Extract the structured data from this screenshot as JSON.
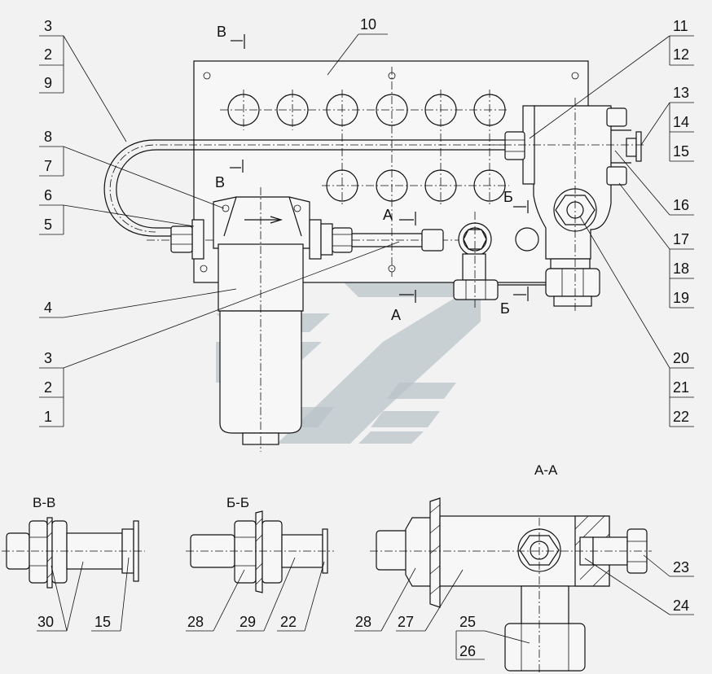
{
  "callouts": {
    "left": [
      {
        "id": "c-l-1",
        "text": "3"
      },
      {
        "id": "c-l-2",
        "text": "2"
      },
      {
        "id": "c-l-3",
        "text": "9"
      },
      {
        "id": "c-l-4",
        "text": "8"
      },
      {
        "id": "c-l-5",
        "text": "7"
      },
      {
        "id": "c-l-6",
        "text": "6"
      },
      {
        "id": "c-l-7",
        "text": "5"
      },
      {
        "id": "c-l-8",
        "text": "4"
      },
      {
        "id": "c-l-9",
        "text": "3"
      },
      {
        "id": "c-l-10",
        "text": "2"
      },
      {
        "id": "c-l-11",
        "text": "1"
      }
    ],
    "right": [
      {
        "id": "c-r-1",
        "text": "11"
      },
      {
        "id": "c-r-2",
        "text": "12"
      },
      {
        "id": "c-r-3",
        "text": "13"
      },
      {
        "id": "c-r-4",
        "text": "14"
      },
      {
        "id": "c-r-5",
        "text": "15"
      },
      {
        "id": "c-r-6",
        "text": "16"
      },
      {
        "id": "c-r-7",
        "text": "17"
      },
      {
        "id": "c-r-8",
        "text": "18"
      },
      {
        "id": "c-r-9",
        "text": "19"
      },
      {
        "id": "c-r-10",
        "text": "20"
      },
      {
        "id": "c-r-11",
        "text": "21"
      },
      {
        "id": "c-r-12",
        "text": "22"
      }
    ],
    "top": {
      "panel": "10"
    },
    "bottom": [
      {
        "id": "c-b-1",
        "text": "30"
      },
      {
        "id": "c-b-2",
        "text": "15"
      },
      {
        "id": "c-b-3",
        "text": "28"
      },
      {
        "id": "c-b-4",
        "text": "29"
      },
      {
        "id": "c-b-5",
        "text": "22"
      },
      {
        "id": "c-b-6",
        "text": "28"
      },
      {
        "id": "c-b-7",
        "text": "27"
      },
      {
        "id": "c-b-8",
        "text": "25"
      },
      {
        "id": "c-b-9",
        "text": "26"
      },
      {
        "id": "c-b-10",
        "text": "24"
      },
      {
        "id": "c-b-11",
        "text": "23"
      }
    ]
  },
  "section_marks": {
    "v_top": "В",
    "v_mid": "В",
    "a_top": "А",
    "a_bottom": "А",
    "b_top": "Б",
    "b_bottom": "Б"
  },
  "section_titles": {
    "vv": "В-В",
    "bb": "Б-Б",
    "aa": "А-А"
  }
}
